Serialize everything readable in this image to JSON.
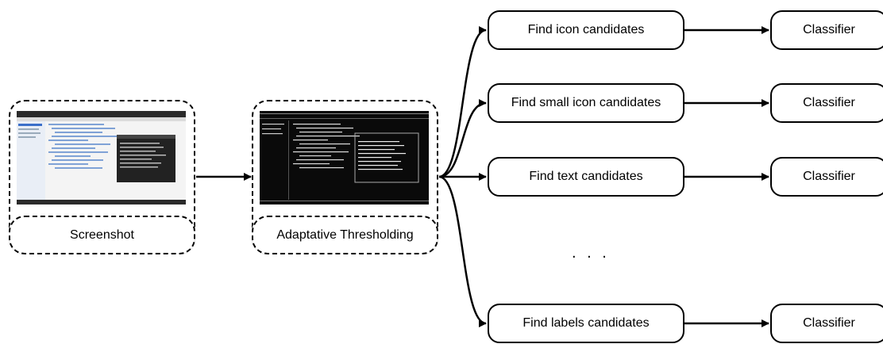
{
  "stages": {
    "screenshot": {
      "label": "Screenshot"
    },
    "threshold": {
      "label": "Adaptative Thresholding"
    }
  },
  "branches": [
    {
      "finder": "Find icon candidates",
      "classifier": "Classifier"
    },
    {
      "finder": "Find small icon candidates",
      "classifier": "Classifier"
    },
    {
      "finder": "Find text candidates",
      "classifier": "Classifier"
    },
    {
      "finder": "Find labels candidates",
      "classifier": "Classifier"
    }
  ],
  "ellipsis": ". . .",
  "colors": {
    "stroke": "#000000",
    "screen_bg": "#f4f4f4",
    "dark_bg": "#0a0a0a",
    "accent_blue": "#3b6fc9"
  }
}
